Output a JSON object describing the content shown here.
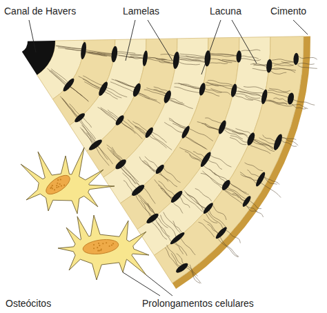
{
  "diagram": {
    "labels": [
      "Canal de Havers",
      "Lamelas",
      "Lacuna",
      "Cimento",
      "Osteócitos",
      "Prolongamentos celulares"
    ]
  }
}
